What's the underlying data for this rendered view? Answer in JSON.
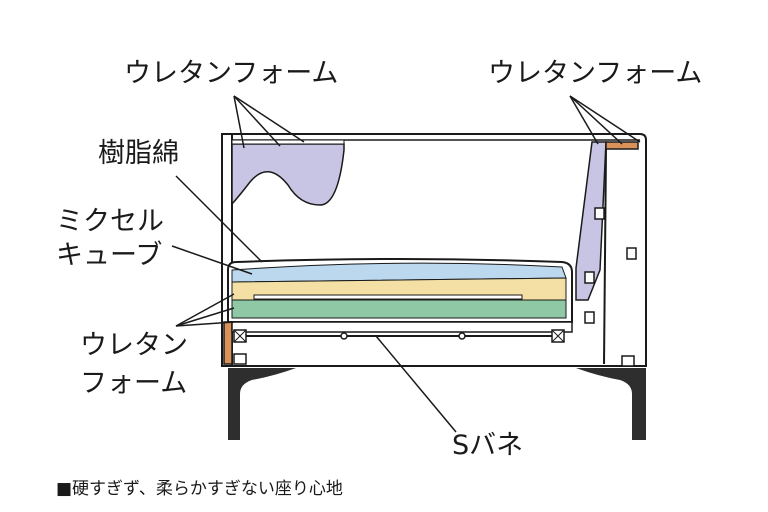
{
  "labels": {
    "urethane_top_left": "ウレタンフォーム",
    "urethane_top_right": "ウレタンフォーム",
    "resin_cotton": "樹脂綿",
    "mixcel_line1": "ミクセル",
    "mixcel_line2": "キューブ",
    "urethane_lower_line1": "ウレタン",
    "urethane_lower_line2": "フォーム",
    "s_spring": "Sバネ"
  },
  "caption": "■硬すぎず、柔らかすぎない座り心地",
  "colors": {
    "urethane_purple": "#c8c4e4",
    "resin_cotton_blue": "#bcd8ee",
    "mixcel_cream": "#f4e0a4",
    "urethane_green": "#8ec8a4",
    "wood_orange": "#d9935a",
    "leg_dark": "#2e2e2e",
    "outline": "#1a1a1a"
  }
}
